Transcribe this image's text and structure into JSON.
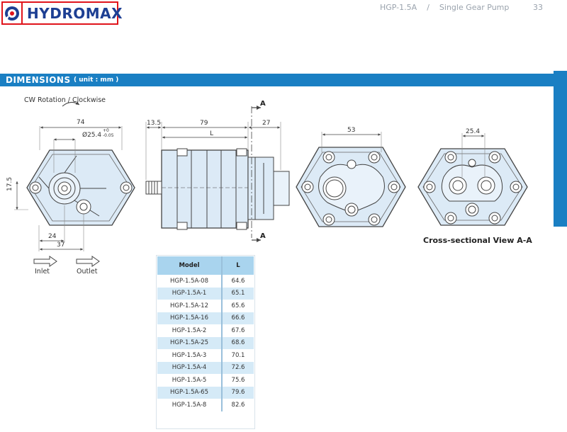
{
  "header": {
    "brand": "HYDROMAX",
    "model": "HGP-1.5A",
    "separator": "/",
    "product": "Single Gear Pump",
    "page_number": "33"
  },
  "section": {
    "title": "DIMENSIONS",
    "unit": "( unit : mm )"
  },
  "drawing": {
    "rotation": "CW Rotation / Clockwise",
    "dim_74": "74",
    "dim_bore": "Ø25.4",
    "tol_plus": "+0",
    "tol_minus": "-0.05",
    "dim_17_5": "17.5",
    "dim_24": "24",
    "dim_37": "37",
    "inlet": "Inlet",
    "outlet": "Outlet",
    "dim_13_5": "13.5",
    "dim_79": "79",
    "dim_L": "L",
    "dim_27": "27",
    "section_A_top": "A",
    "section_A_bottom": "A",
    "dim_53": "53",
    "dim_25_4": "25.4",
    "cross_section_caption": "Cross-sectional View A-A"
  },
  "table": {
    "headers": [
      "Model",
      "L"
    ],
    "rows": [
      [
        "HGP-1.5A-08",
        "64.6"
      ],
      [
        "HGP-1.5A-1",
        "65.1"
      ],
      [
        "HGP-1.5A-12",
        "65.6"
      ],
      [
        "HGP-1.5A-16",
        "66.6"
      ],
      [
        "HGP-1.5A-2",
        "67.6"
      ],
      [
        "HGP-1.5A-25",
        "68.6"
      ],
      [
        "HGP-1.5A-3",
        "70.1"
      ],
      [
        "HGP-1.5A-4",
        "72.6"
      ],
      [
        "HGP-1.5A-5",
        "75.6"
      ],
      [
        "HGP-1.5A-65",
        "79.6"
      ],
      [
        "HGP-1.5A-8",
        "82.6"
      ]
    ]
  },
  "colors": {
    "brand_blue": "#1d3f93",
    "brand_red": "#e0141b",
    "band_blue": "#1a7fc3",
    "part_fill": "#dceaf6",
    "table_header": "#a9d4ee",
    "table_alt": "#d5eaf7"
  }
}
